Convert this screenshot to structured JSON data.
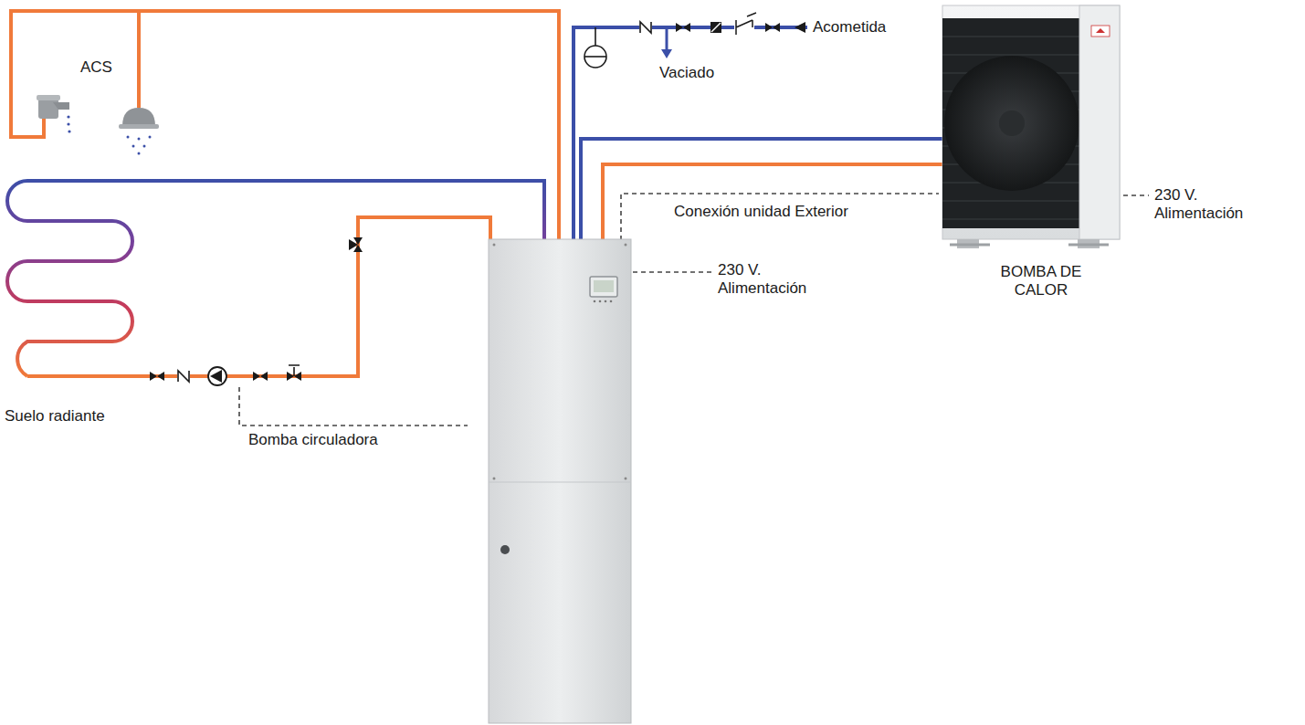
{
  "diagram": {
    "labels": [
      "ACS",
      "Acometida",
      "Vaciado",
      "Suelo radiante",
      "Bomba circuladora",
      "Conexión unidad Exterior",
      "230 V. Alimentación",
      "BOMBA DE CALOR",
      "230 V. Alimentación"
    ]
  }
}
